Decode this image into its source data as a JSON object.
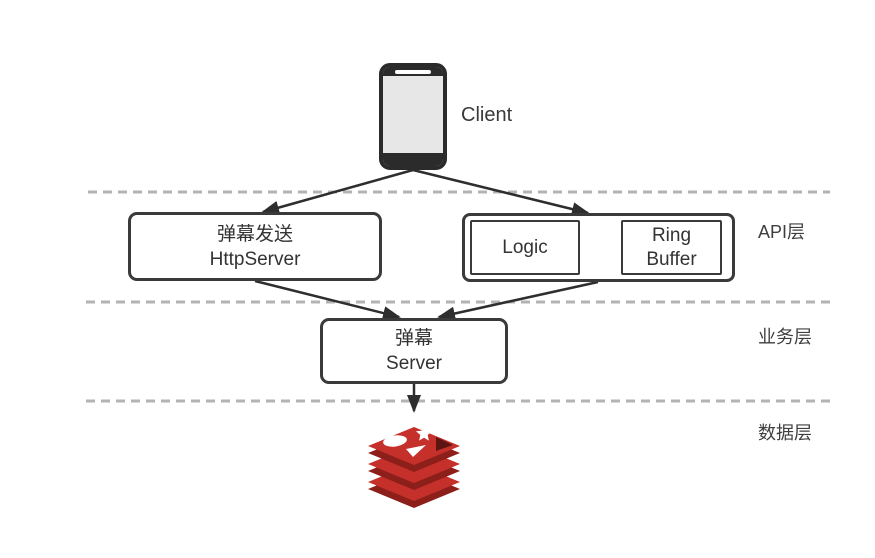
{
  "diagram": {
    "client": {
      "label": "Client"
    },
    "nodes": {
      "http_server": {
        "line1": "弹幕发送",
        "line2": "HttpServer"
      },
      "logic": {
        "label": "Logic"
      },
      "ring_buffer": {
        "line1": "Ring",
        "line2": "Buffer"
      },
      "danmu_server": {
        "line1": "弹幕",
        "line2": "Server"
      }
    },
    "layers": [
      {
        "label": "API层"
      },
      {
        "label": "业务层"
      },
      {
        "label": "数据层"
      }
    ],
    "icons": {
      "client": "smartphone-icon",
      "datastore": "redis-icon"
    },
    "colors": {
      "connector": "#2e2e2e",
      "box_border": "#3a3a3a",
      "dashed_separator": "#b3b3b3",
      "text": "#333333",
      "redis_red": "#c6302b",
      "redis_dark_red": "#8d1f1b",
      "redis_shadow_triangle": "#5c1511",
      "phone_body": "#e7e7e7",
      "phone_frame": "#2b2b2b"
    }
  }
}
